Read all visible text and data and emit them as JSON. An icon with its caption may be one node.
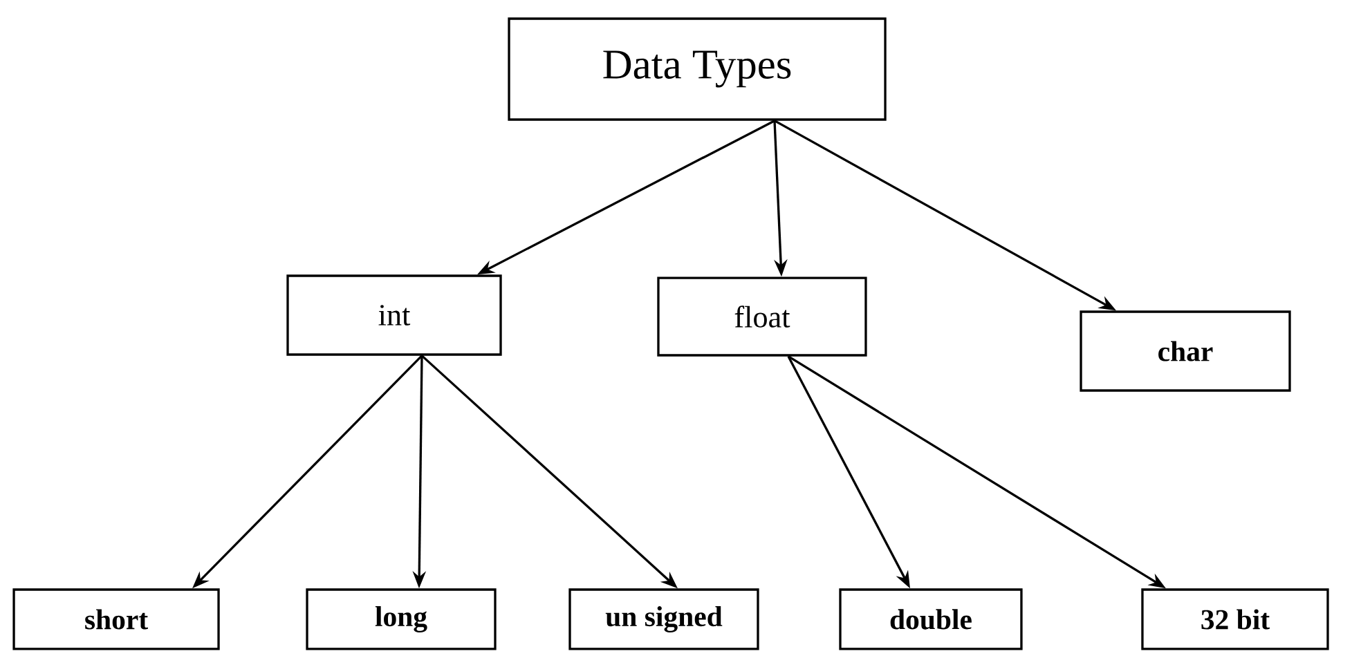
{
  "diagram": {
    "nodes": [
      {
        "text": [
          "Data Types"
        ]
      },
      {
        "text": [
          "int"
        ]
      },
      {
        "text": [
          "float"
        ]
      },
      {
        "text": [
          "char"
        ]
      },
      {
        "text": [
          "short"
        ]
      },
      {
        "text": [
          "long"
        ]
      },
      {
        "text": [
          "un signed"
        ]
      },
      {
        "text": [
          "double"
        ]
      },
      {
        "text": [
          "32 bit"
        ]
      }
    ],
    "edges": [
      {
        "from": 0,
        "to": 1,
        "arrow": "to"
      },
      {
        "from": 0,
        "to": 2,
        "arrow": "to"
      },
      {
        "from": 0,
        "to": 3,
        "arrow": "to"
      },
      {
        "from": 1,
        "to": 4,
        "arrow": "to"
      },
      {
        "from": 1,
        "to": 5,
        "arrow": "to"
      },
      {
        "from": 1,
        "to": 6,
        "arrow": "to"
      },
      {
        "from": 2,
        "to": 7,
        "arrow": "to"
      },
      {
        "from": 2,
        "to": 8,
        "arrow": "to"
      }
    ]
  }
}
